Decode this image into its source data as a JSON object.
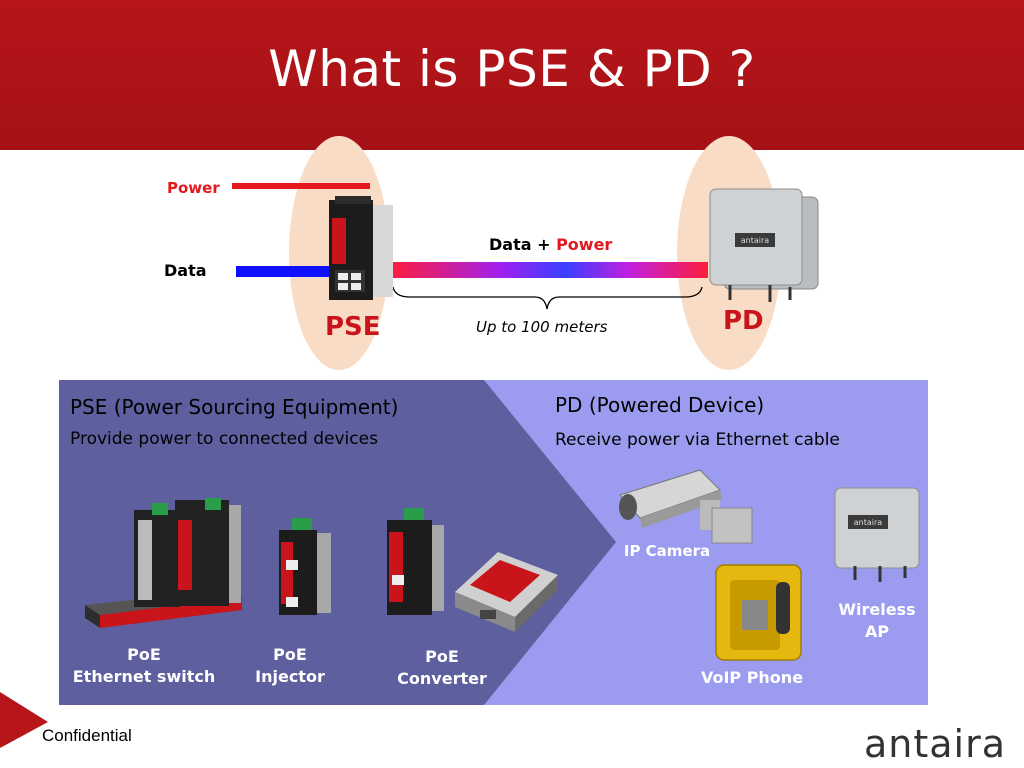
{
  "title": "What is PSE & PD ?",
  "diagram": {
    "power_label": "Power",
    "data_label": "Data",
    "pse_label": "PSE",
    "pd_label": "PD",
    "data_plus": "Data + ",
    "data_plus_power": "Power",
    "distance": "Up to 100 meters"
  },
  "pse_panel": {
    "heading": "PSE (Power Sourcing Equipment)",
    "sub": "Provide power to connected devices",
    "devices": [
      {
        "line1": "PoE",
        "line2": "Ethernet switch"
      },
      {
        "line1": "PoE",
        "line2": "Injector"
      },
      {
        "line1": "PoE",
        "line2": "Converter"
      }
    ]
  },
  "pd_panel": {
    "heading": "PD (Powered Device)",
    "sub": "Receive power via Ethernet cable",
    "devices": {
      "camera": "IP Camera",
      "phone": "VoIP Phone",
      "ap_line1": "Wireless",
      "ap_line2": "AP"
    }
  },
  "footer": {
    "confidential": "Confidential",
    "logo": "antaira"
  },
  "colors": {
    "header_red": "#b61519",
    "pse_panel": "#5d5f9e",
    "pd_panel": "#9b9cf0",
    "power_line": "#e3191e",
    "data_line": "#1010ff",
    "oval": "#f9dcc6"
  }
}
